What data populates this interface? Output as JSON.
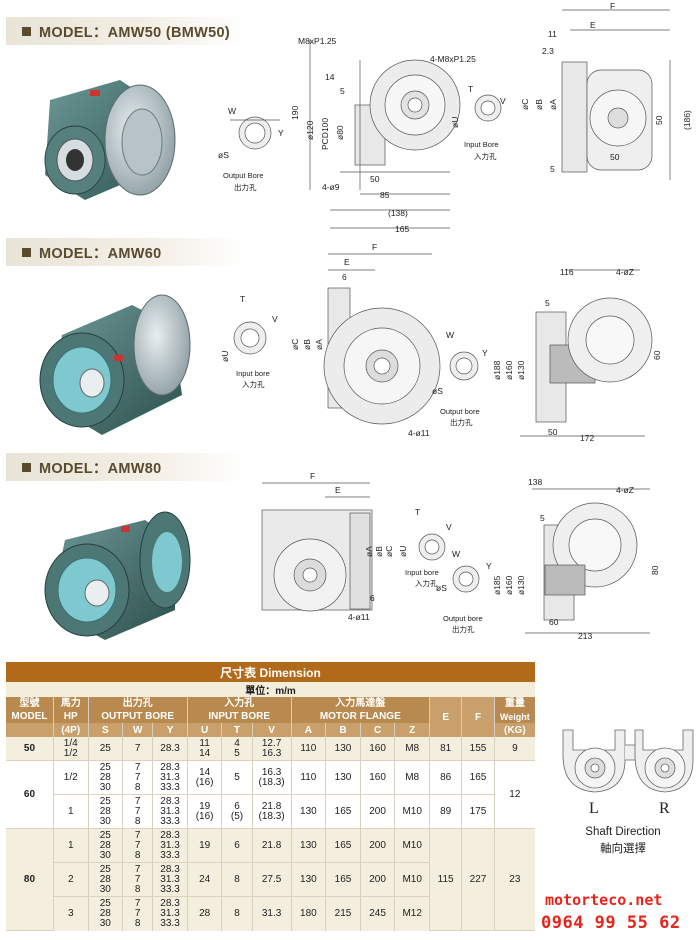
{
  "sections": [
    {
      "model_label": "MODEL：AMW50 (BMW50)"
    },
    {
      "model_label": "MODEL：AMW60"
    },
    {
      "model_label": "MODEL：AMW80"
    }
  ],
  "drawings": {
    "amw50": {
      "output_bore_label": "Output Bore",
      "output_bore_cn": "出力孔",
      "input_bore_label": "Input Bore",
      "input_bore_cn": "入力孔",
      "dims": [
        "M8xP1.25",
        "4-M8xP1.25",
        "14",
        "5",
        "190",
        "ø120",
        "PCD100",
        "ø80",
        "4-ø9",
        "50",
        "85",
        "(138)",
        "165",
        "W",
        "Y",
        "øS",
        "T",
        "V",
        "øU",
        "11",
        "2.3",
        "E",
        "F",
        "øC",
        "øB",
        "øA",
        "50",
        "(186)",
        "5",
        "50"
      ]
    },
    "amw60": {
      "input_bore_label": "Input bore",
      "input_bore_cn": "入力孔",
      "output_bore_label": "Output bore",
      "output_bore_cn": "出力孔",
      "dims": [
        "F",
        "E",
        "6",
        "T",
        "V",
        "øU",
        "øC",
        "øB",
        "øA",
        "W",
        "Y",
        "øS",
        "4-ø11",
        "116",
        "4-øZ",
        "5",
        "ø188",
        "ø160",
        "ø130",
        "60",
        "50",
        "172"
      ]
    },
    "amw80": {
      "input_bore_label": "Input bore",
      "input_bore_cn": "入力孔",
      "output_bore_label": "Output bore",
      "output_bore_cn": "出力孔",
      "dims": [
        "F",
        "E",
        "T",
        "V",
        "øU",
        "øA",
        "øB",
        "øC",
        "6",
        "W",
        "Y",
        "øS",
        "4-ø11",
        "138",
        "4-øZ",
        "5",
        "ø185",
        "ø160",
        "ø130",
        "80",
        "60",
        "213"
      ]
    }
  },
  "table": {
    "title": "尺寸表  Dimension",
    "unit": "單位：m/m",
    "headers": {
      "model_cn": "型號",
      "model_en": "MODEL",
      "hp_cn": "馬力",
      "hp_en": "HP",
      "hp_sub": "(4P)",
      "output_cn": "出力孔",
      "output_en": "OUTPUT BORE",
      "input_cn": "入力孔",
      "input_en": "INPUT BORE",
      "motor_cn": "入力馬達盤",
      "motor_en": "MOTOR FLANGE",
      "e": "E",
      "f": "F",
      "weight_cn": "重量",
      "weight_en": "Weight",
      "weight_unit": "(KG)",
      "s": "S",
      "w": "W",
      "y": "Y",
      "u": "U",
      "t": "T",
      "v": "V",
      "a": "A",
      "b": "B",
      "c": "C",
      "z": "Z"
    },
    "m50": {
      "model": "50",
      "hp": "1/4\n1/2",
      "s": "25",
      "w": "7",
      "y": "28.3",
      "u": "11\n14",
      "t": "4\n5",
      "v": "12.7\n16.3",
      "a": "110",
      "b": "130",
      "c": "160",
      "z": "M8",
      "e": "81",
      "f": "155",
      "wt": "9"
    },
    "m60": {
      "model": "60",
      "wt": "12",
      "r1": {
        "hp": "1/2",
        "s": "25\n28\n30",
        "w": "7\n7\n8",
        "y": "28.3\n31.3\n33.3",
        "u": "14\n(16)",
        "t": "5",
        "v": "16.3\n(18.3)",
        "a": "110",
        "b": "130",
        "c": "160",
        "z": "M8",
        "e": "86",
        "f": "165"
      },
      "r2": {
        "hp": "1",
        "s": "25\n28\n30",
        "w": "7\n7\n8",
        "y": "28.3\n31.3\n33.3",
        "u": "19\n(16)",
        "t": "6\n(5)",
        "v": "21.8\n(18.3)",
        "a": "130",
        "b": "165",
        "c": "200",
        "z": "M10",
        "e": "89",
        "f": "175"
      }
    },
    "m80": {
      "model": "80",
      "e": "115",
      "f": "227",
      "wt": "23",
      "r1": {
        "hp": "1",
        "s": "25\n28\n30",
        "w": "7\n7\n8",
        "y": "28.3\n31.3\n33.3",
        "u": "19",
        "t": "6",
        "v": "21.8",
        "a": "130",
        "b": "165",
        "c": "200",
        "z": "M10"
      },
      "r2": {
        "hp": "2",
        "s": "25\n28\n30",
        "w": "7\n7\n8",
        "y": "28.3\n31.3\n33.3",
        "u": "24",
        "t": "8",
        "v": "27.5",
        "a": "130",
        "b": "165",
        "c": "200",
        "z": "M10"
      },
      "r3": {
        "hp": "3",
        "s": "25\n28\n30",
        "w": "7\n7\n8",
        "y": "28.3\n31.3\n33.3",
        "u": "28",
        "t": "8",
        "v": "31.3",
        "a": "180",
        "b": "215",
        "c": "245",
        "z": "M12"
      }
    }
  },
  "shaft": {
    "left": "L",
    "right": "R",
    "title_en": "Shaft Direction",
    "title_cn": "軸向選擇"
  },
  "contact": {
    "website": "motorteco.net",
    "phone": "0964 99 55 62"
  },
  "colors": {
    "brand": "#5a4a2e",
    "table_header": "#b06a1a",
    "contact": "#e8231a",
    "gearbox": "#4a7a78"
  }
}
